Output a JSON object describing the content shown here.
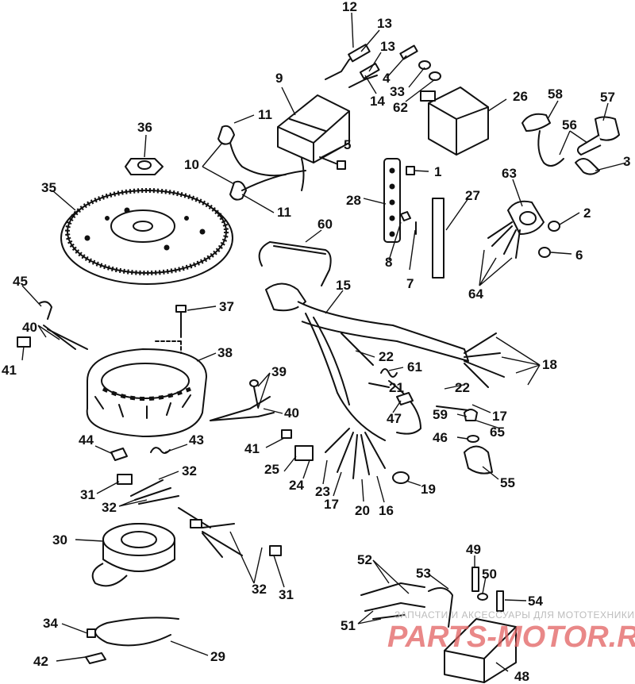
{
  "labels": [
    "1",
    "2",
    "3",
    "4",
    "5",
    "6",
    "7",
    "8",
    "9",
    "10",
    "11",
    "12",
    "13",
    "14",
    "15",
    "16",
    "17",
    "18",
    "19",
    "20",
    "21",
    "22",
    "23",
    "24",
    "25",
    "26",
    "27",
    "28",
    "29",
    "30",
    "31",
    "32",
    "33",
    "34",
    "35",
    "36",
    "37",
    "38",
    "39",
    "40",
    "41",
    "42",
    "43",
    "44",
    "45",
    "46",
    "47",
    "48",
    "49",
    "50",
    "51",
    "52",
    "53",
    "54",
    "55",
    "56",
    "57",
    "58",
    "59",
    "60",
    "61",
    "62",
    "63",
    "64",
    "65"
  ],
  "watermark": {
    "line1": "ЗАПЧАСТИ И АКСЕССУАРЫ ДЛЯ МОТОТЕХНИКИ",
    "line2": "PARTS-MOTOR.RU"
  },
  "colors": {
    "ink": "#111111",
    "watermark_red": "#e26060",
    "watermark_gray": "#bcbcbc"
  }
}
